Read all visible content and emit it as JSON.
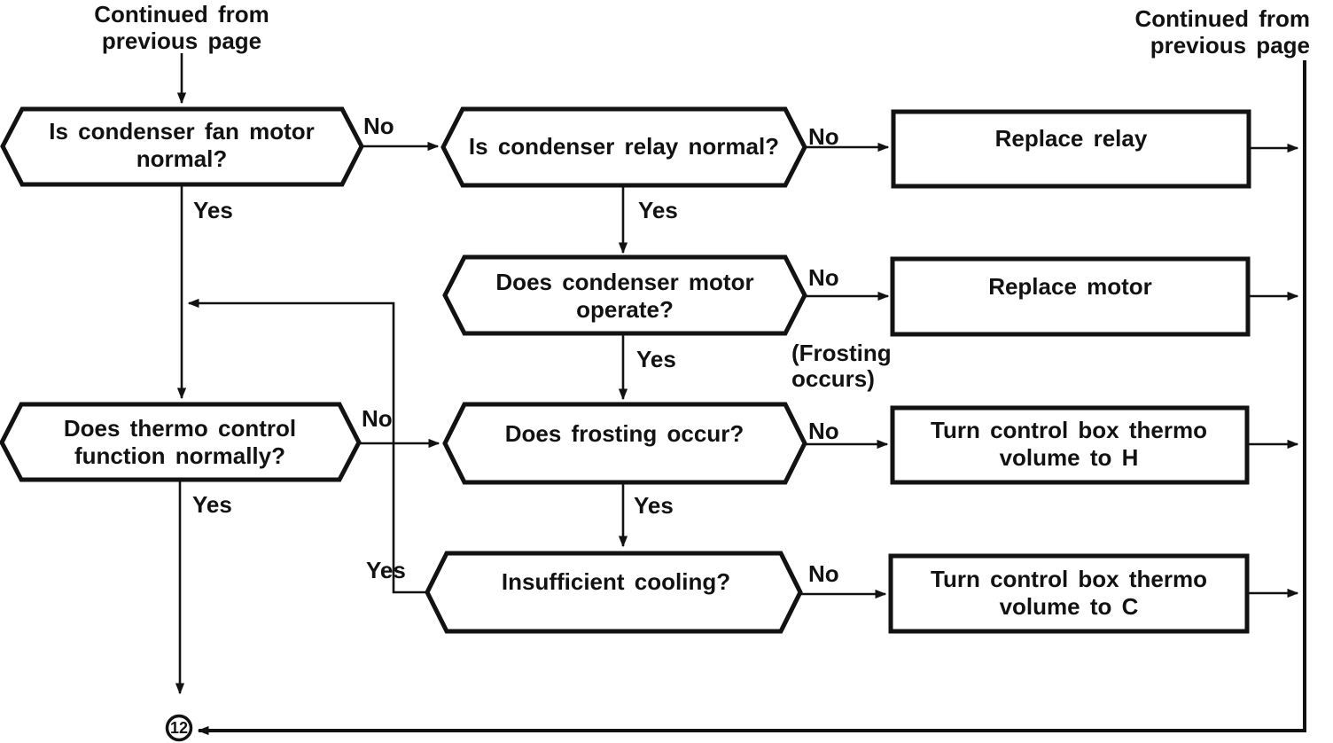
{
  "meta": {
    "background_color": "#ffffff",
    "ink_color": "#121212",
    "diagram_type": "troubleshooting-flowchart"
  },
  "header": {
    "continued_top_left": "Continued from previous page",
    "continued_top_right": "Continued from previous page"
  },
  "branch_labels": {
    "yes": "Yes",
    "no": "No"
  },
  "decisions": [
    {
      "text": "Is condenser fan motor normal?"
    },
    {
      "text": "Is condenser relay normal?"
    },
    {
      "text": "Does condenser motor operate?"
    },
    {
      "text": "Does thermo control function normally?"
    },
    {
      "text": "Does frosting occur?"
    },
    {
      "text": "Insufficient cooling?"
    }
  ],
  "actions": [
    {
      "text": "Replace relay"
    },
    {
      "text": "Replace motor"
    },
    {
      "text": "Turn control box thermo volume to H"
    },
    {
      "text": "Turn control box thermo volume to C"
    }
  ],
  "annotations": {
    "frosting_note": "(Frosting occurs)",
    "connector_number": "12"
  }
}
